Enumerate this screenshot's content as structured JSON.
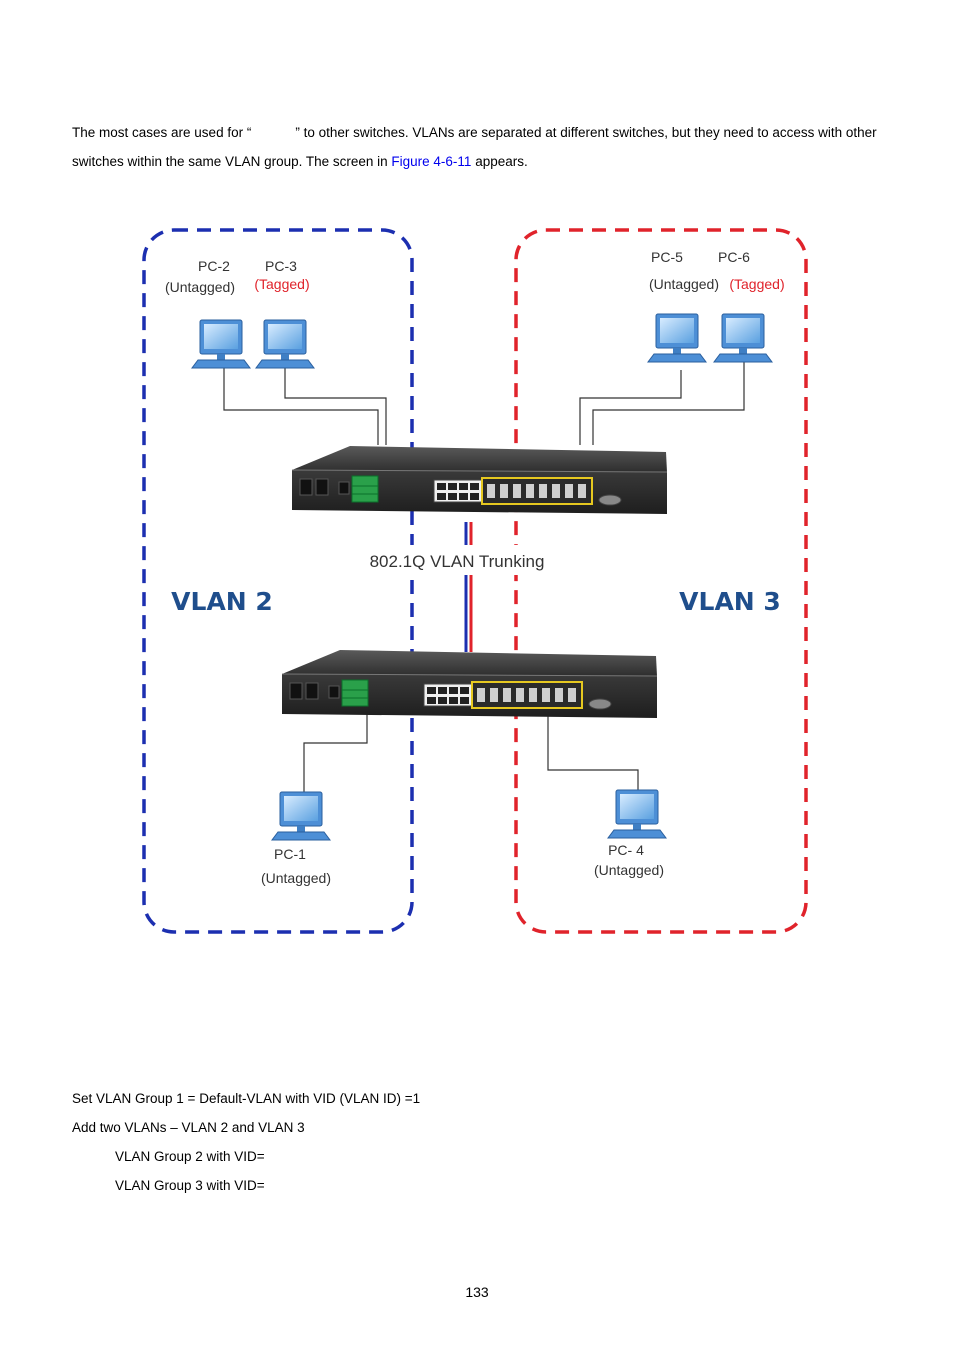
{
  "intro": {
    "part1": "The most cases are used for “",
    "part2": "” to other switches. VLANs are separated at different switches, but they need to access with other switches within the same VLAN group. The screen in ",
    "figure_ref": "Figure 4-6-11",
    "part3": " appears."
  },
  "diagram": {
    "pc2": {
      "name": "PC-2",
      "mode": "(Untagged)"
    },
    "pc3": {
      "name": "PC-3",
      "mode": "(Tagged)"
    },
    "pc5": {
      "name": "PC-5",
      "mode": "(Untagged)"
    },
    "pc6": {
      "name": "PC-6",
      "mode": "(Tagged)"
    },
    "pc1": {
      "name": "PC-1",
      "mode": "(Untagged)"
    },
    "pc4": {
      "name": "PC- 4",
      "mode": "(Untagged)"
    },
    "trunk_label": "802.1Q VLAN Trunking",
    "vlan2_label": "VLAN 2",
    "vlan3_label": "VLAN 3",
    "colors": {
      "vlan2": "#1c2fb0",
      "vlan3": "#e0232b",
      "vlan_text": "#1f4e8c",
      "tagged": "#e0232b"
    }
  },
  "steps": [
    "Set VLAN Group 1 = Default-VLAN with VID (VLAN ID) =1",
    "Add two VLANs – VLAN 2 and VLAN 3",
    "VLAN Group 2 with VID=",
    "VLAN Group 3 with VID="
  ],
  "page_number": "133"
}
